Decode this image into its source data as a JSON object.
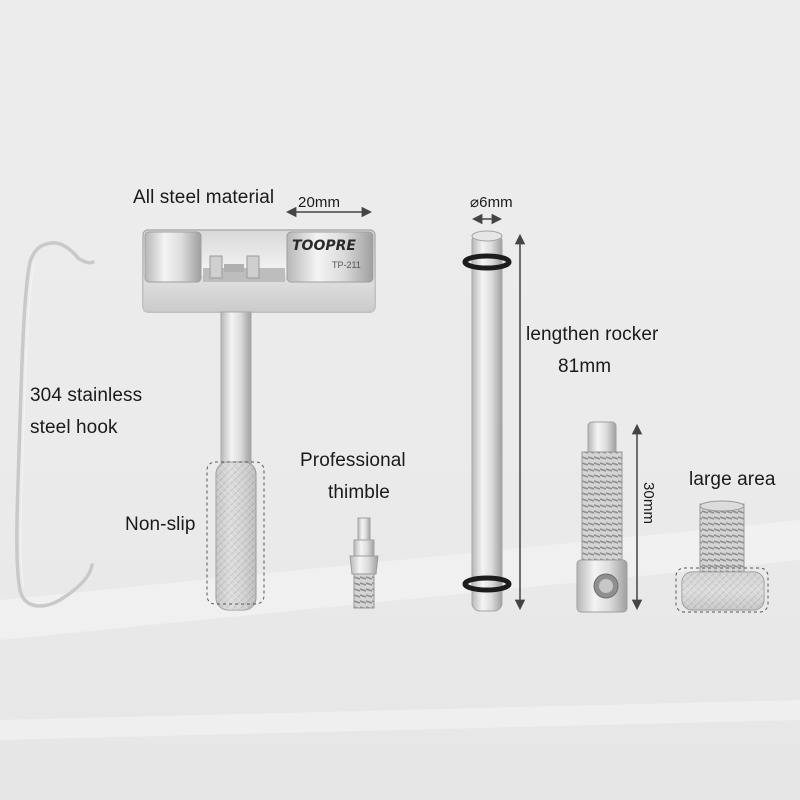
{
  "brand": {
    "logo_text": "TOOPRE",
    "model_text": "TP-211"
  },
  "labels": {
    "steel_material": "All steel material",
    "width_20mm": "20mm",
    "diameter_6mm": "⌀6mm",
    "lengthen_rocker": "lengthen rocker",
    "rocker_length": "81mm",
    "hook_line1": "304 stainless",
    "hook_line2": "steel hook",
    "professional": "Professional",
    "thimble": "thimble",
    "non_slip": "Non-slip",
    "height_30mm": "30mm",
    "large_area": "large area"
  },
  "colors": {
    "background": "#ebebeb",
    "steel_light": "#f2f2f2",
    "steel_dark": "#a9a9a9",
    "oring": "#1c1c1c",
    "text": "#1a1a1a"
  }
}
